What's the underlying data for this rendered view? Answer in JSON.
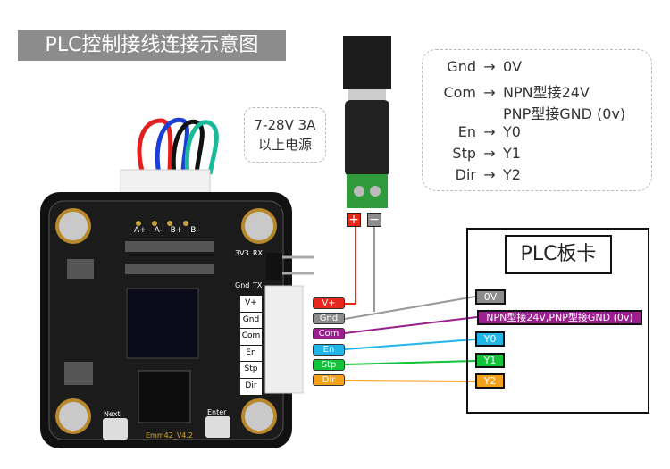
{
  "title": "PLC控制接线连接示意图",
  "power_callout": {
    "line1": "7-28V 3A",
    "line2": "以上电源"
  },
  "power_terminals": {
    "plus": "+",
    "minus": "−",
    "plus_color": "#e8261c",
    "minus_color": "#8c8c8c"
  },
  "mapping": [
    {
      "left": "Gnd",
      "arrow": "→",
      "right": "0V"
    },
    {
      "left": "Com",
      "arrow": "→",
      "right": "NPN型接24V"
    },
    {
      "left": "",
      "arrow": "",
      "right": "PNP型接GND (0v)"
    },
    {
      "left": "En",
      "arrow": "→",
      "right": "Y0"
    },
    {
      "left": "Stp",
      "arrow": "→",
      "right": "Y1"
    },
    {
      "left": "Dir",
      "arrow": "→",
      "right": "Y2"
    }
  ],
  "board": {
    "model": "Emm42_V4.2",
    "motor_pins": [
      "A+",
      "A-",
      "B+",
      "B-"
    ],
    "serial_pins": [
      "3V3",
      "RX",
      "Gnd",
      "TX"
    ],
    "buttons": [
      "Next",
      "Enter"
    ],
    "silk_pins": [
      "V+",
      "Gnd",
      "Com",
      "En",
      "Stp",
      "Dir"
    ]
  },
  "driver_pins": [
    {
      "label": "V+",
      "color": "#e8261c"
    },
    {
      "label": "Gnd",
      "color": "#8c8c8c"
    },
    {
      "label": "Com",
      "color": "#9b1f8f"
    },
    {
      "label": "En",
      "color": "#22b5e8"
    },
    {
      "label": "Stp",
      "color": "#12c43a"
    },
    {
      "label": "Dir",
      "color": "#f4a11c"
    }
  ],
  "plc": {
    "title": "PLC板卡",
    "terminals": [
      {
        "label": "0V",
        "color": "#8c8c8c"
      },
      {
        "label": "NPN型接24V,PNP型接GND (0v)",
        "color": "#9b1f8f"
      },
      {
        "label": "Y0",
        "color": "#22b5e8"
      },
      {
        "label": "Y1",
        "color": "#12c43a"
      },
      {
        "label": "Y2",
        "color": "#f4a11c"
      }
    ]
  }
}
